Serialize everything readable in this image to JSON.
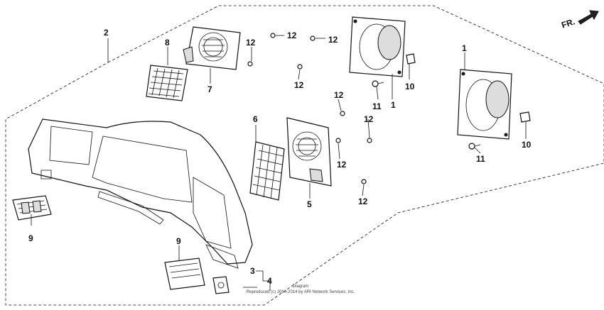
{
  "diagram": {
    "callouts": {
      "c1a": "1",
      "c1b": "1",
      "c2": "2",
      "c3": "3",
      "c4": "4",
      "c5": "5",
      "c6": "6",
      "c7": "7",
      "c8": "8",
      "c9a": "9",
      "c9b": "9",
      "c10a": "10",
      "c10b": "10",
      "c11a": "11",
      "c11b": "11",
      "c12a": "12",
      "c12b": "12",
      "c12c": "12",
      "c12d": "12",
      "c12e": "12",
      "c12f": "12",
      "c12g": "12",
      "c12h": "12",
      "c12i": "12"
    },
    "direction_label": "FR.",
    "copyright_line1": "Diagram",
    "copyright_line2": "Reproduced (c) 2004-2014 by ARI Network Services, Inc."
  }
}
